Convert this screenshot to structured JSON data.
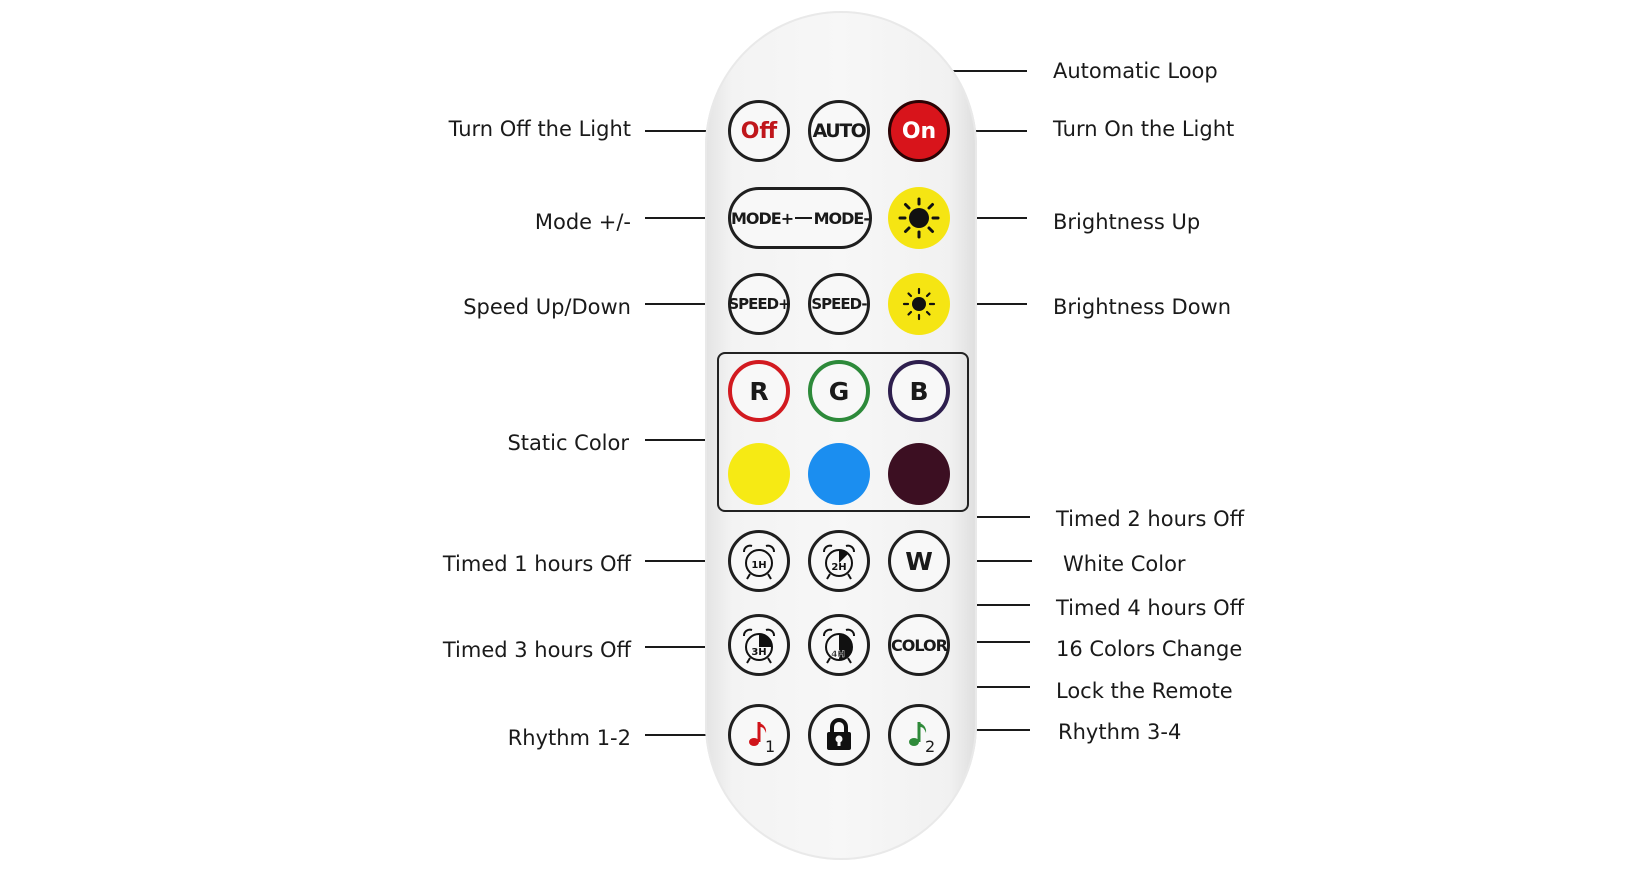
{
  "remote": {
    "buttons": {
      "off": "Off",
      "auto": "AUTO",
      "on": "On",
      "mode_plus": "MODE+",
      "mode_minus": "MODE-",
      "speed_plus": "SPEED+",
      "speed_minus": "SPEED-",
      "r": "R",
      "g": "G",
      "b": "B",
      "w": "W",
      "color": "COLOR",
      "timer_1": "1H",
      "timer_2": "2H",
      "timer_3": "3H",
      "timer_4": "4H",
      "rhythm_1": "1",
      "rhythm_2": "2"
    },
    "static_colors": [
      "#f6ea14",
      "#1b8ef0",
      "#3c0f22"
    ]
  },
  "callouts": {
    "automatic_loop": "Automatic Loop",
    "turn_off": "Turn Off the Light",
    "turn_on": "Turn On the Light",
    "mode": "Mode +/-",
    "brightness_up": "Brightness Up",
    "speed": "Speed Up/Down",
    "brightness_down": "Brightness Down",
    "static_color": "Static Color",
    "timed_2": "Timed 2 hours Off",
    "timed_1": "Timed 1 hours Off",
    "white_color": "White Color",
    "timed_4": "Timed 4 hours Off",
    "timed_3": "Timed 3 hours Off",
    "colors_16": "16 Colors Change",
    "lock": "Lock the Remote",
    "rhythm_12": "Rhythm 1-2",
    "rhythm_34": "Rhythm 3-4"
  }
}
